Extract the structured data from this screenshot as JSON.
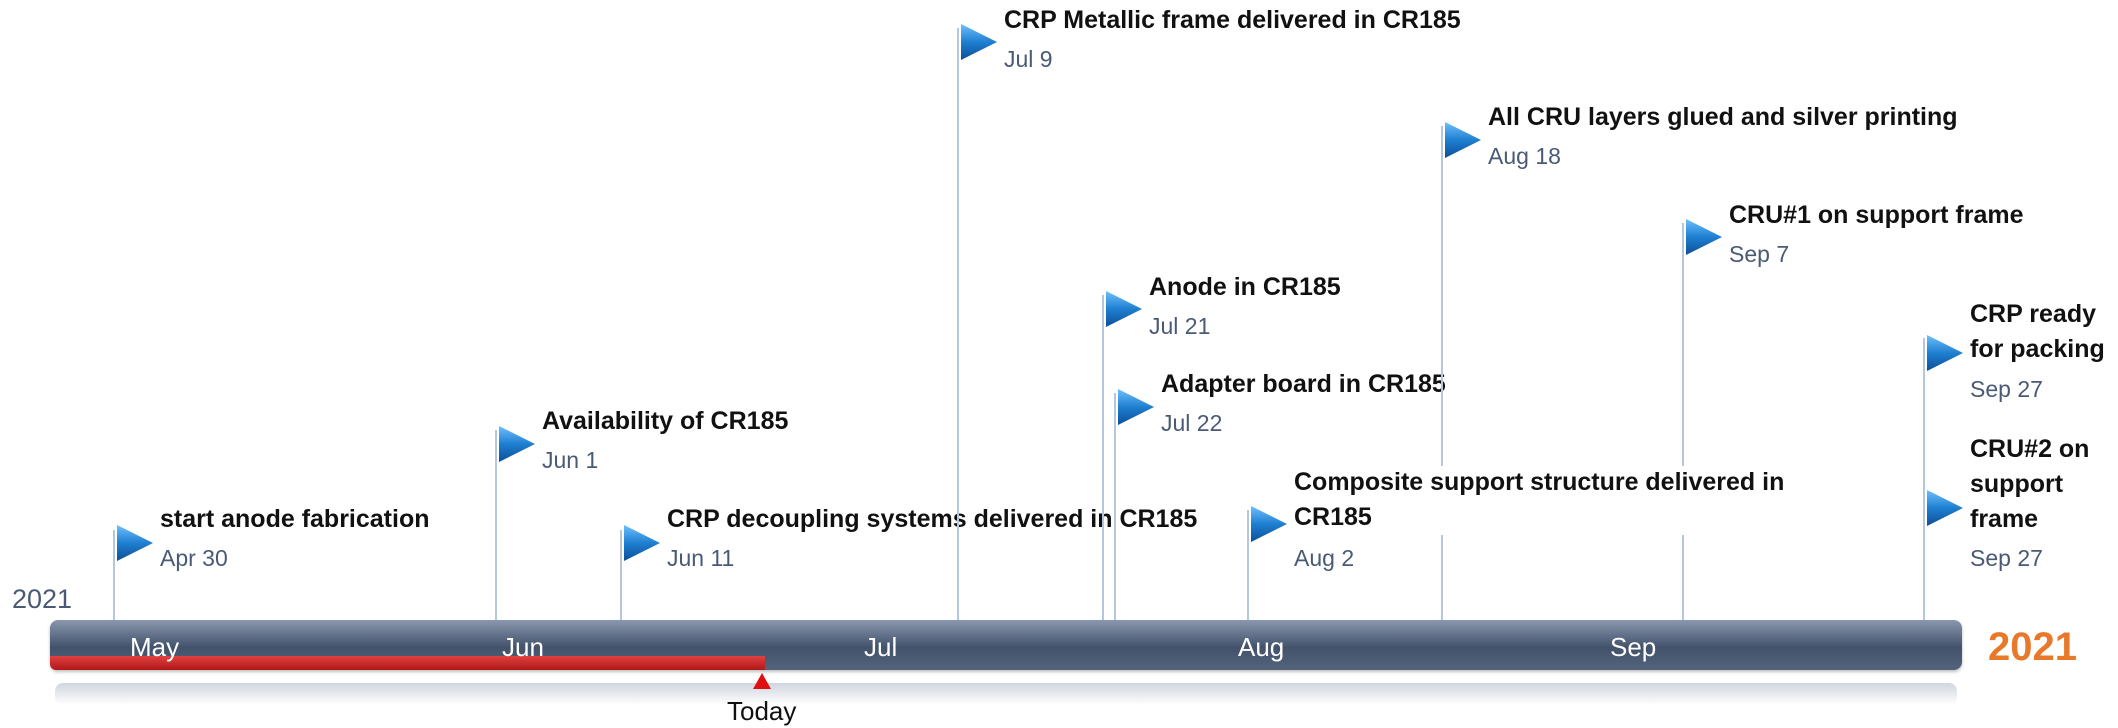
{
  "timeline": {
    "year_left": "2021",
    "year_right": "2021",
    "today_label": "Today",
    "months": [
      "May",
      "Jun",
      "Jul",
      "Aug",
      "Sep"
    ]
  },
  "milestones": [
    {
      "title": "start anode fabrication",
      "date": "Apr 30"
    },
    {
      "title": "Availability of CR185",
      "date": "Jun 1"
    },
    {
      "title": "CRP decoupling systems delivered in CR185",
      "date": "Jun 11"
    },
    {
      "title": "CRP Metallic frame delivered in CR185",
      "date": "Jul 9"
    },
    {
      "title": "Anode in CR185",
      "date": "Jul 21"
    },
    {
      "title": "Adapter board in CR185",
      "date": "Jul 22"
    },
    {
      "title_lines": [
        "Composite support structure delivered in",
        "CR185"
      ],
      "date": "Aug 2"
    },
    {
      "title": "All CRU layers glued and silver printing",
      "date": "Aug 18"
    },
    {
      "title": "CRU#1 on support frame",
      "date": "Sep 7"
    },
    {
      "title_lines": [
        "CRP ready",
        "for packing"
      ],
      "date": "Sep 27"
    },
    {
      "title_lines": [
        "CRU#2 on",
        "support",
        "frame"
      ],
      "date": "Sep 27"
    }
  ],
  "colors": {
    "flag": "#1f7fd0",
    "today_bar": "#c82020",
    "year_accent": "#e8782a",
    "bar": "#4a5870"
  }
}
